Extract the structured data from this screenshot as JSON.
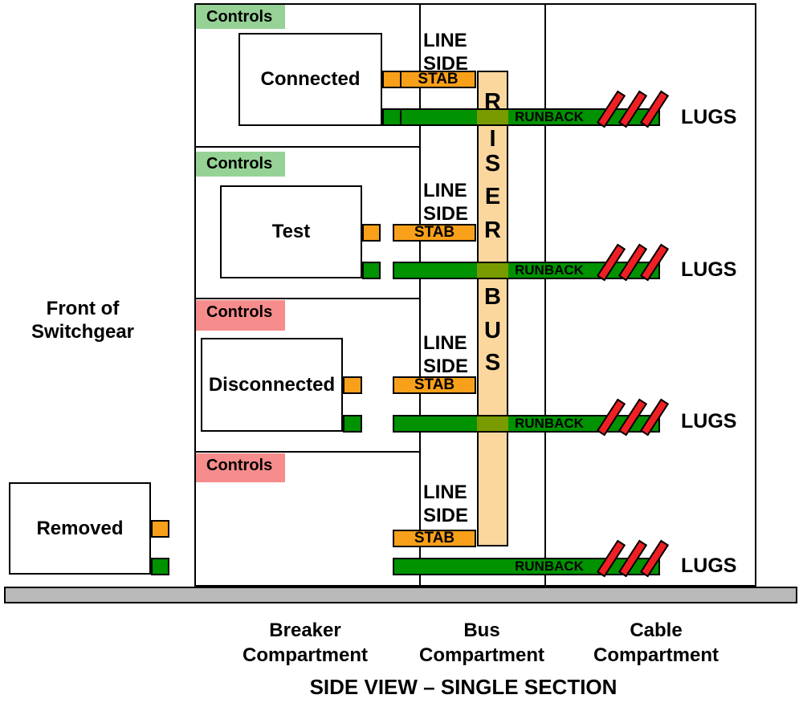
{
  "front_label": {
    "line1": "Front of",
    "line2": "Switchgear"
  },
  "rows": [
    {
      "name": "Connected",
      "controls": "Controls",
      "line_side": [
        "LINE",
        "SIDE"
      ],
      "stab": "STAB",
      "runback": "RUNBACK",
      "lugs": "LUGS"
    },
    {
      "name": "Test",
      "controls": "Controls",
      "line_side": [
        "LINE",
        "SIDE"
      ],
      "stab": "STAB",
      "runback": "RUNBACK",
      "lugs": "LUGS"
    },
    {
      "name": "Disconnected",
      "controls": "Controls",
      "line_side": [
        "LINE",
        "SIDE"
      ],
      "stab": "STAB",
      "runback": "RUNBACK",
      "lugs": "LUGS"
    },
    {
      "name": "Removed",
      "controls": "Controls",
      "line_side": [
        "LINE",
        "SIDE"
      ],
      "stab": "STAB",
      "runback": "RUNBACK",
      "lugs": "LUGS"
    }
  ],
  "riser_bus": {
    "letters": [
      "R",
      "I",
      "S",
      "E",
      "R",
      "B",
      "U",
      "S"
    ]
  },
  "footer": {
    "compartments": [
      {
        "line1": "Breaker",
        "line2": "Compartment"
      },
      {
        "line1": "Bus",
        "line2": "Compartment"
      },
      {
        "line1": "Cable",
        "line2": "Compartment"
      }
    ],
    "caption": "SIDE VIEW – SINGLE SECTION"
  },
  "colors": {
    "stab_orange": "#F9A01B",
    "riser_tan": "#FBD79E",
    "runback_green": "#009200",
    "runback_over_riser_olive": "#7A9B00",
    "controls_green": "#96D296",
    "controls_pink": "#F78C8C",
    "lug_red": "#EE2024",
    "floor_gray": "#B9B9B9"
  }
}
